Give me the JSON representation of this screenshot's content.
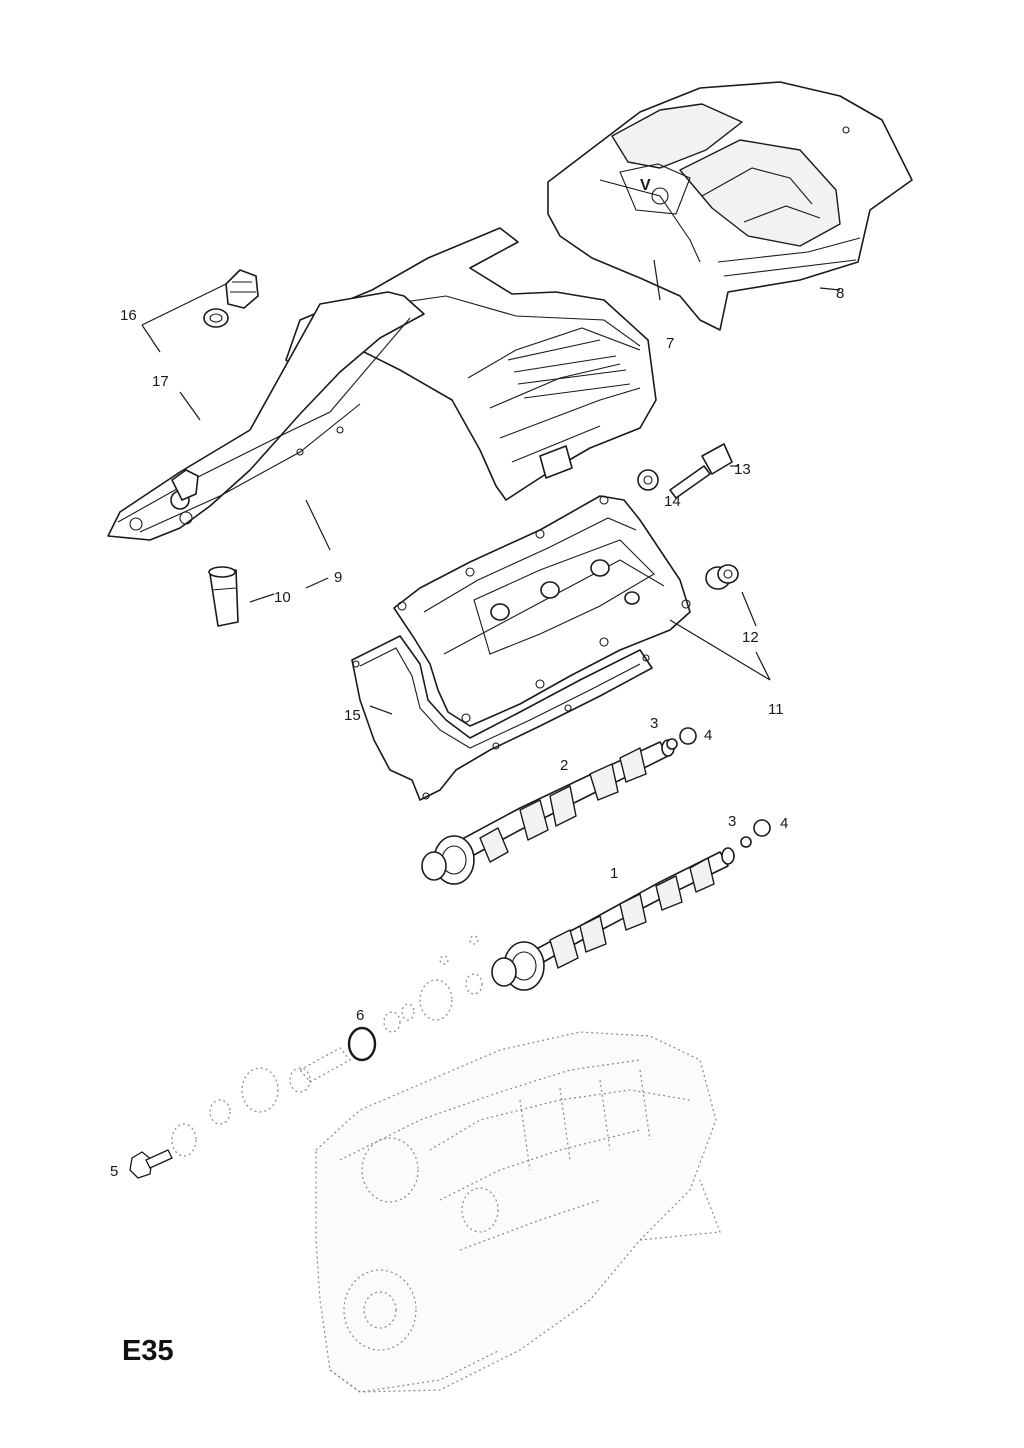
{
  "diagram": {
    "page_code": "E35",
    "callouts": {
      "c1": "1",
      "c2": "2",
      "c3a": "3",
      "c4a": "4",
      "c3b": "3",
      "c4b": "4",
      "c5": "5",
      "c6": "6",
      "c7": "7",
      "c8": "8",
      "c9": "9",
      "c10": "10",
      "c11": "11",
      "c12": "12",
      "c13": "13",
      "c14": "14",
      "c15": "15",
      "c16": "16",
      "c17": "17"
    }
  }
}
